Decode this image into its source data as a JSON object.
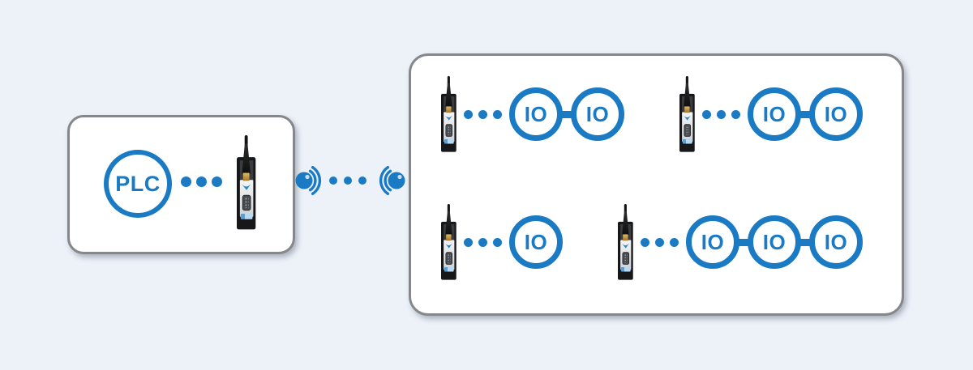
{
  "colors": {
    "accent_blue": "#1a7bc4",
    "panel_border": "#85878a",
    "background": "#edf2f9",
    "device_body": "#17171a",
    "device_connector_gold": "#c49d3f",
    "device_label_blue": "#5b9fd4"
  },
  "master_panel": {
    "plc_label": "PLC",
    "connection_dots": 3,
    "device": "radio-modem"
  },
  "wireless_link": {
    "left_icon": "signal-waves-right",
    "right_icon": "signal-waves-left",
    "dots": 3
  },
  "remote_panel": {
    "groups": [
      {
        "position": "top-left",
        "connection_dots": 3,
        "io_nodes": [
          "IO",
          "IO"
        ]
      },
      {
        "position": "top-right",
        "connection_dots": 3,
        "io_nodes": [
          "IO",
          "IO"
        ]
      },
      {
        "position": "bottom-left",
        "connection_dots": 3,
        "io_nodes": [
          "IO"
        ]
      },
      {
        "position": "bottom-right",
        "connection_dots": 3,
        "io_nodes": [
          "IO",
          "IO",
          "IO"
        ]
      }
    ]
  }
}
